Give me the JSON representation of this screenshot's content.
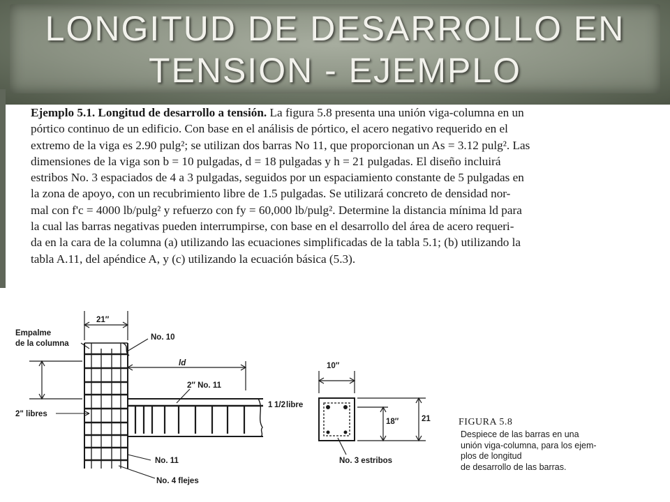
{
  "slide": {
    "title_line_1": "LONGITUD DE DESARROLLO  EN",
    "title_line_2": "TENSION - EJEMPLO"
  },
  "example_text": {
    "heading": "Ejemplo 5.1. Longitud de desarrollo a tensión.",
    "line_1_rest": " La figura 5.8 presenta una unión viga-columna en un",
    "line_2": "pórtico continuo de un edificio. Con base en el análisis de pórtico, el acero negativo requerido en el",
    "line_3": "extremo de la viga es 2.90 pulg²; se utilizan dos barras No 11, que proporcionan un As = 3.12 pulg². Las",
    "line_4": "dimensiones de la viga son b = 10 pulgadas, d = 18 pulgadas y h = 21 pulgadas. El diseño incluirá",
    "line_5": "estribos No. 3 espaciados de 4 a 3 pulgadas, seguidos por un espaciamiento constante de 5 pulgadas en",
    "line_6": "la zona de apoyo, con un recubrimiento libre de 1.5 pulgadas. Se utilizará concreto de densidad nor-",
    "line_7": "mal con f'c = 4000 lb/pulg² y refuerzo con fy = 60,000 lb/pulg². Determine la distancia mínima ld para",
    "line_8": "la cual las barras negativas pueden interrumpirse, con base en el desarrollo del área de acero requeri-",
    "line_9": "da en la cara de la columna (a) utilizando las ecuaciones simplificadas de la tabla 5.1; (b) utilizando la",
    "line_10": "tabla A.11, del apéndice A, y (c) utilizando la ecuación básica (5.3)."
  },
  "diagram": {
    "label_21_top": "21″",
    "label_empalme_1": "Empalme",
    "label_empalme_2": "de la columna",
    "label_no10": "No. 10",
    "label_ld": "ld",
    "label_2no11": "2″ No. 11",
    "label_2libres": "2\" libres",
    "label_libre_num": "1",
    "label_libre_frac": "1/2",
    "label_libre_word": "libre",
    "label_no11": "No. 11",
    "label_no4": "No. 4 flejes",
    "label_10": "10″",
    "label_18": "18″",
    "label_21_right": "21",
    "label_no3": "No. 3 estribos"
  },
  "figure": {
    "title": "FIGURA 5.8",
    "caption_1": "Despiece de las barras en una",
    "caption_2": "unión viga-columna, para los ejem-",
    "caption_3": "plos de longitud",
    "caption_4": "de desarrollo de las barras."
  }
}
